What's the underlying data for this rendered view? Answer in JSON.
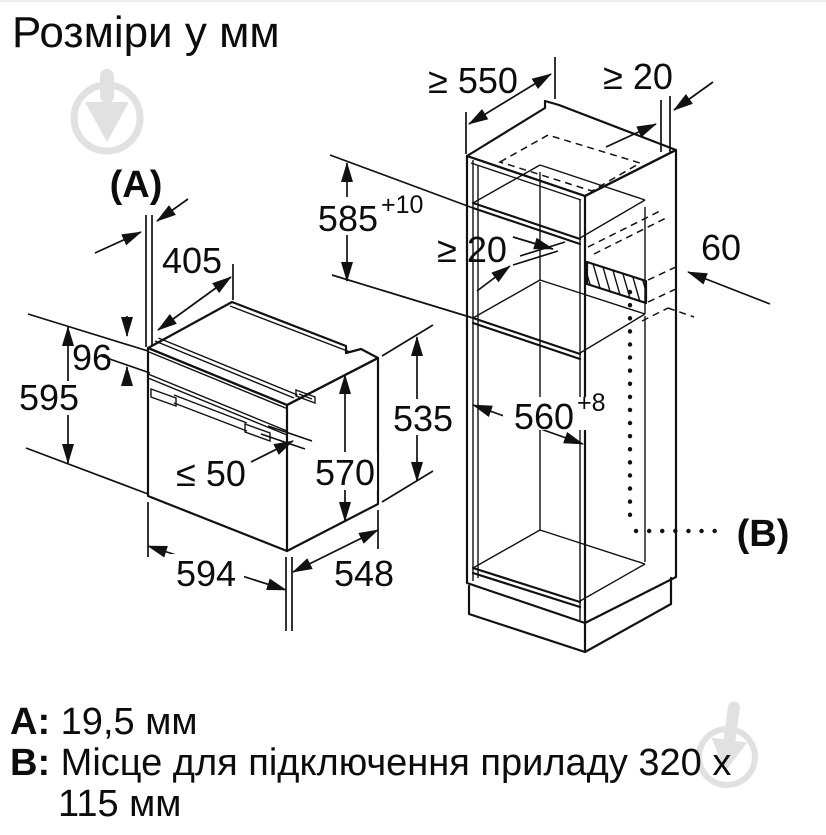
{
  "title": "Розміри у мм",
  "diagram": {
    "marker_a": "(A)",
    "marker_b": "(B)",
    "dims": {
      "min_depth": "≥ 550",
      "wall_gap": "≥ 20",
      "niche_height": "585",
      "niche_height_tol": "+10",
      "rear_gap": "≥ 20",
      "rear_duct": "60",
      "top_depth": "405",
      "panel_height": "96",
      "oven_height": "595",
      "body_height": "535",
      "front_height": "570",
      "handle_max": "≤ 50",
      "niche_width": "560",
      "niche_width_tol": "+8",
      "oven_width": "594",
      "oven_depth": "548"
    }
  },
  "notes": {
    "a_label": "A:",
    "a_value": "19,5 мм",
    "b_label": "B:",
    "b_value_line1": "Місце для підключення приладу 320 x",
    "b_value_line2": "115 мм"
  },
  "colors": {
    "line": "#111111",
    "watermark": "#e1e1e1",
    "background": "#ffffff"
  }
}
